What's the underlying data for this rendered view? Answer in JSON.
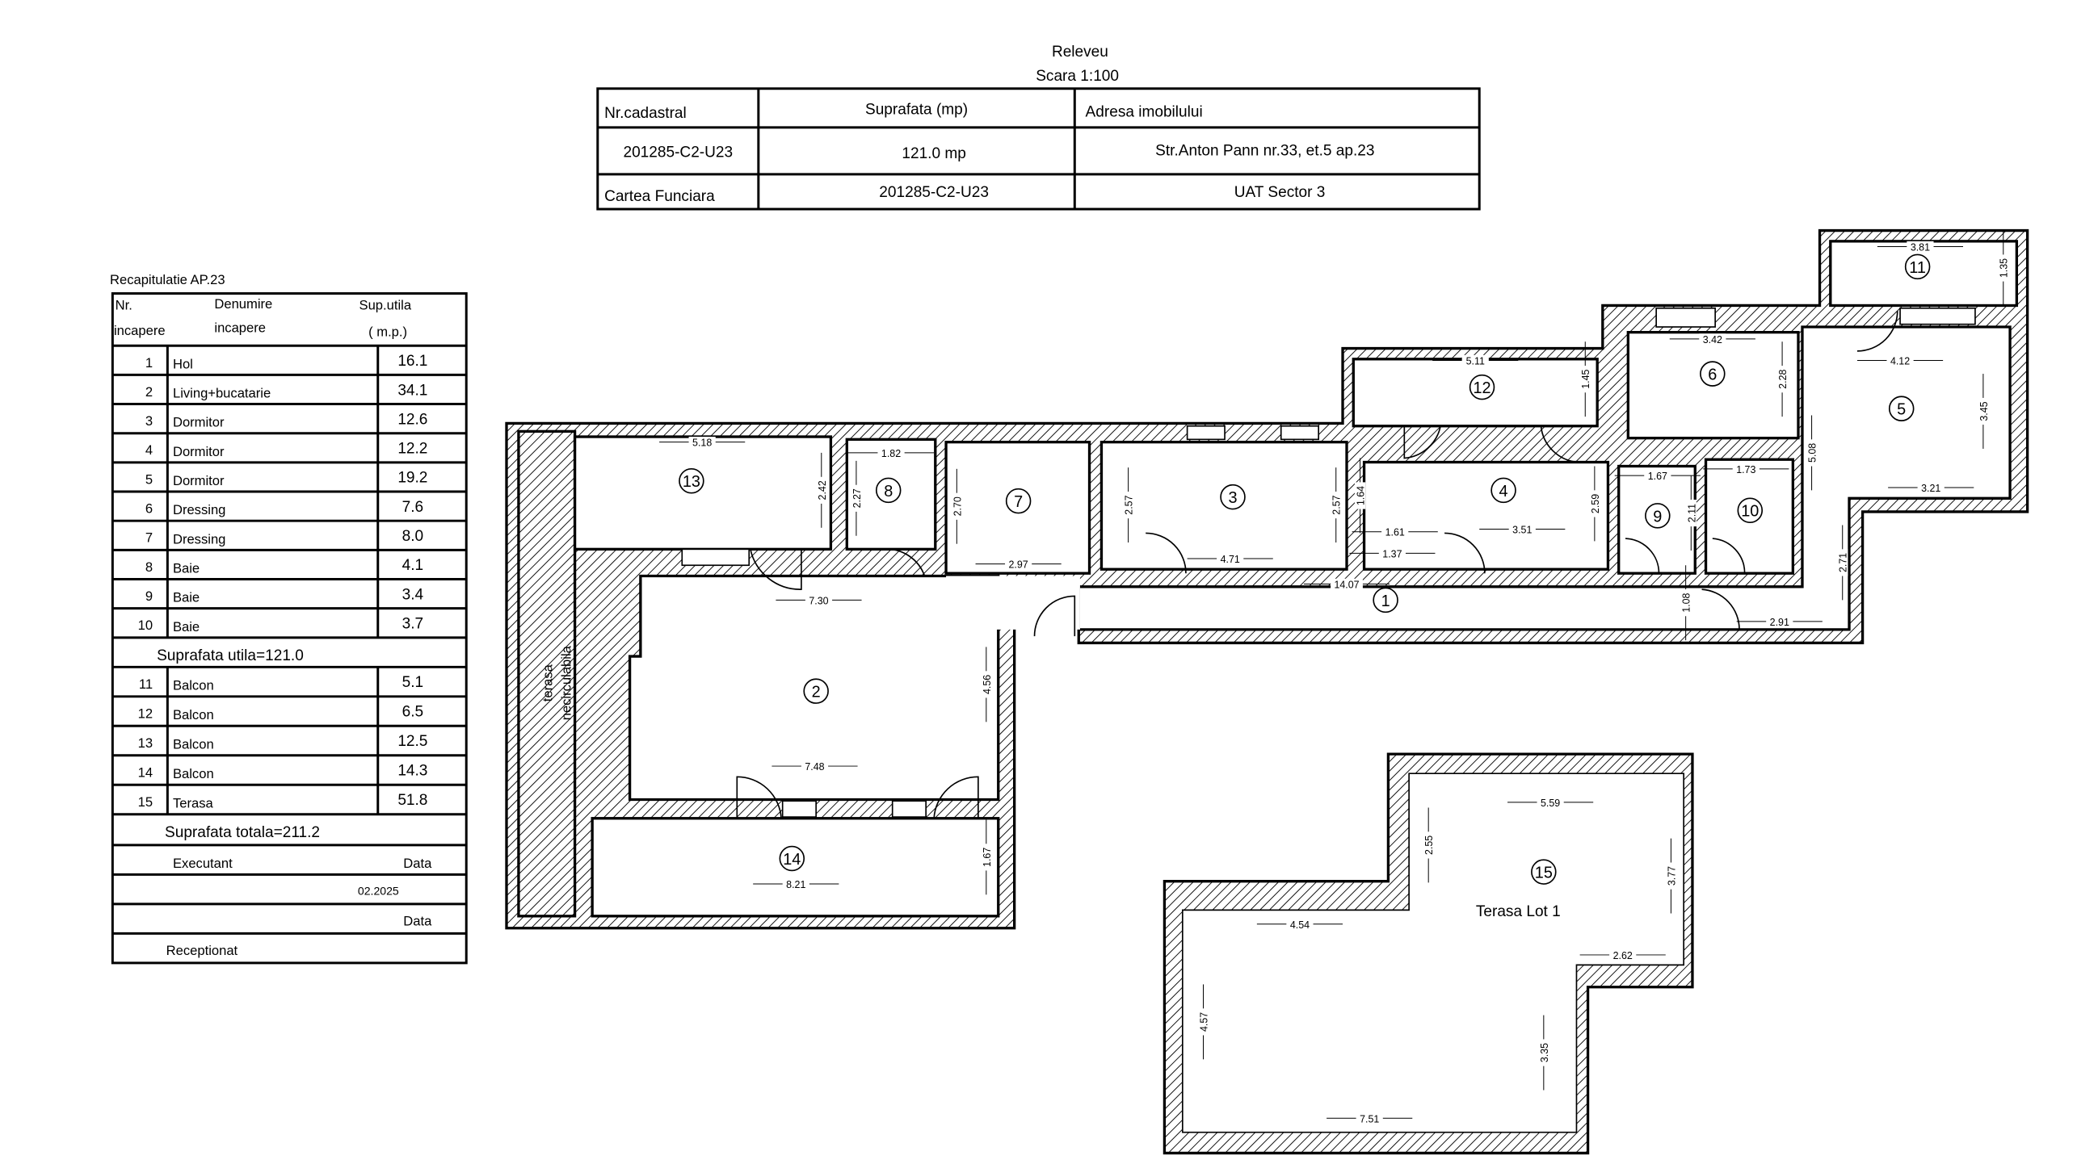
{
  "header": {
    "title": "Releveu",
    "scale": "Scara 1:100",
    "table": {
      "col_cadastral": "Nr.cadastral",
      "col_suprafata": "Suprafata (mp)",
      "col_adresa": "Adresa imobilului",
      "nr_cadastral": "201285-C2-U23",
      "suprafata": "121.0 mp",
      "adresa": "Str.Anton Pann nr.33, et.5 ap.23",
      "carte_label": "Cartea Funciara",
      "carte_value": "201285-C2-U23",
      "uat": "UAT  Sector 3"
    }
  },
  "recap": {
    "title": "Recapitulatie AP.23",
    "h_nr1": "Nr.",
    "h_nr2": "incapere",
    "h_den1": "Denumire",
    "h_den2": "incapere",
    "h_sup1": "Sup.utila",
    "h_sup2": "( m.p.)",
    "rooms": [
      {
        "nr": "1",
        "name": "Hol",
        "area": "16.1"
      },
      {
        "nr": "2",
        "name": "Living+bucatarie",
        "area": "34.1"
      },
      {
        "nr": "3",
        "name": "Dormitor",
        "area": "12.6"
      },
      {
        "nr": "4",
        "name": "Dormitor",
        "area": "12.2"
      },
      {
        "nr": "5",
        "name": "Dormitor",
        "area": "19.2"
      },
      {
        "nr": "6",
        "name": "Dressing",
        "area": "7.6"
      },
      {
        "nr": "7",
        "name": "Dressing",
        "area": "8.0"
      },
      {
        "nr": "8",
        "name": "Baie",
        "area": "4.1"
      },
      {
        "nr": "9",
        "name": "Baie",
        "area": "3.4"
      },
      {
        "nr": "10",
        "name": "Baie",
        "area": "3.7"
      }
    ],
    "useful_total": "Suprafata utila=121.0",
    "extras": [
      {
        "nr": "11",
        "name": "Balcon",
        "area": "5.1"
      },
      {
        "nr": "12",
        "name": "Balcon",
        "area": "6.5"
      },
      {
        "nr": "13",
        "name": "Balcon",
        "area": "12.5"
      },
      {
        "nr": "14",
        "name": "Balcon",
        "area": "14.3"
      },
      {
        "nr": "15",
        "name": "Terasa",
        "area": "51.8"
      }
    ],
    "grand_total": "Suprafata totala=211.2",
    "executant": "Executant",
    "data1": "Data",
    "date_value": "02.2025",
    "data2": "Data",
    "receptionat": "Receptionat"
  },
  "plan": {
    "room_numbers": [
      "13",
      "8",
      "7",
      "3",
      "4",
      "12",
      "6",
      "5",
      "11",
      "9",
      "10",
      "1",
      "2",
      "14",
      "15"
    ],
    "terrace_label": "Terasa Lot 1",
    "terasa_necirc_1": "terasa",
    "terasa_necirc_2": "necirculabila",
    "dimensions": [
      "5.18",
      "2.42",
      "1.82",
      "2.27",
      "2.70",
      "2.97",
      "7.30",
      "4.56",
      "7.48",
      "1.67",
      "8.21",
      "2.57",
      "4.71",
      "2.57",
      "1.64",
      "1.61",
      "1.37",
      "3.51",
      "2.59",
      "14.07",
      "5.11",
      "1.45",
      "3.42",
      "2.28",
      "4.12",
      "5.08",
      "3.45",
      "3.21",
      "3.81",
      "1.35",
      "1.67",
      "2.11",
      "1.73",
      "1.08",
      "2.91",
      "2.71",
      "5.59",
      "2.55",
      "3.77",
      "4.54",
      "2.62",
      "4.57",
      "3.35",
      "7.51"
    ]
  }
}
